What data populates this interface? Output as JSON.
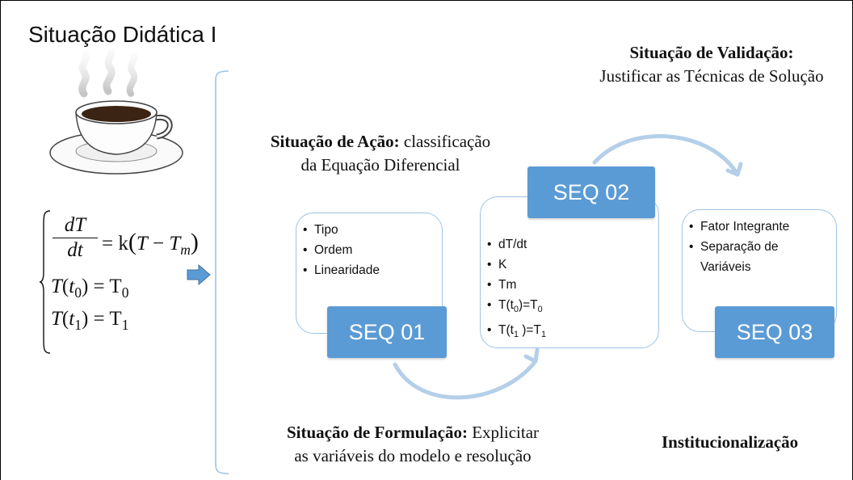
{
  "title": "Situação Didática I",
  "stages": {
    "validation_heading": "Situação de Validação:",
    "validation_text": "Justificar as Técnicas de Solução",
    "action_heading": "Situação de Ação:",
    "action_text_1": "classificação",
    "action_text_2": "da Equação Diferencial",
    "formulation_heading": "Situação de Formulação:",
    "formulation_text_1": "Explicitar",
    "formulation_text_2": "as variáveis do modelo e resolução",
    "institutionalization": "Institucionalização"
  },
  "seq01": {
    "label": "SEQ 01",
    "items": [
      "Tipo",
      "Ordem",
      "Linearidade"
    ]
  },
  "seq02": {
    "label": "SEQ 02",
    "items": [
      "dT/dt",
      "K",
      "Tm"
    ],
    "item_t0_pre": "T(t",
    "item_t0_sub": "0",
    "item_t0_post": ")=T",
    "item_t0_rsub": "0",
    "item_t1_pre": "T(t",
    "item_t1_sub": "1",
    "item_t1_post": " )=T",
    "item_t1_rsub": "1"
  },
  "seq03": {
    "label": "SEQ 03",
    "items": [
      "Fator Integrante",
      "Separação de Variáveis"
    ]
  },
  "equations": {
    "dT": "dT",
    "dt": "dt",
    "rhs_k": "= k",
    "rhs_T": "T",
    "rhs_minus": " − ",
    "rhs_Tm": "T",
    "rhs_Tm_sub": "m",
    "ic0_T": "T",
    "ic0_t": "t",
    "ic0_sub": "0",
    "ic0_eq": ") = T",
    "ic0_rsub": "0",
    "ic1_T": "T",
    "ic1_t": "t",
    "ic1_sub": "1",
    "ic1_eq": ") = T",
    "ic1_rsub": "1"
  },
  "colors": {
    "seq_fill": "#5b9bd5",
    "box_border": "#9dc3e6",
    "arc": "#b4cfe9",
    "arrow": "#5b9bd5"
  },
  "icons": [
    "coffee-cup-icon",
    "right-arrow-icon",
    "left-bracket-icon"
  ]
}
